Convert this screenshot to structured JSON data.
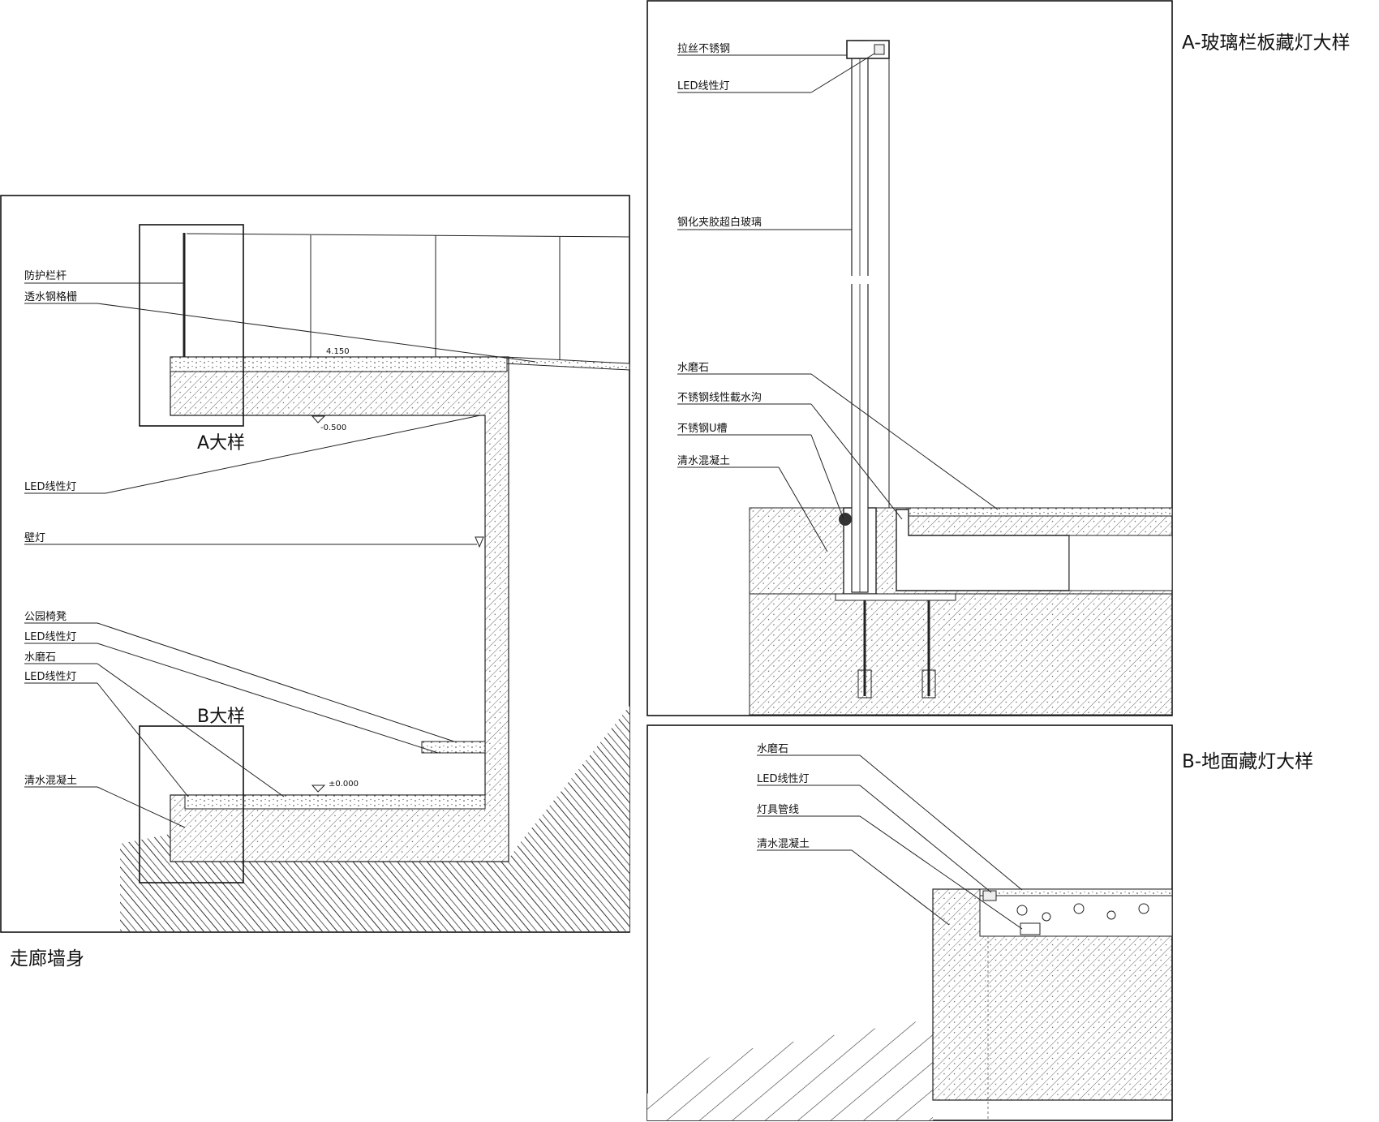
{
  "left_panel": {
    "caption": "走廊墙身",
    "detail_a_tag": "A大样",
    "detail_b_tag": "B大样",
    "labels": [
      "防护栏杆",
      "透水钢格栅",
      "LED线性灯",
      "壁灯",
      "公园椅凳",
      "LED线性灯",
      "水磨石",
      "LED线性灯",
      "清水混凝土"
    ],
    "elevations": [
      "4.150",
      "-0.500",
      "±0.000"
    ]
  },
  "detail_a": {
    "title": "A-玻璃栏板藏灯大样",
    "labels": [
      "拉丝不锈钢",
      "LED线性灯",
      "钢化夹胶超白玻璃",
      "水磨石",
      "不锈钢线性截水沟",
      "不锈钢U槽",
      "清水混凝土"
    ]
  },
  "detail_b": {
    "title": "B-地面藏灯大样",
    "labels": [
      "水磨石",
      "LED线性灯",
      "灯具管线",
      "清水混凝土"
    ]
  }
}
